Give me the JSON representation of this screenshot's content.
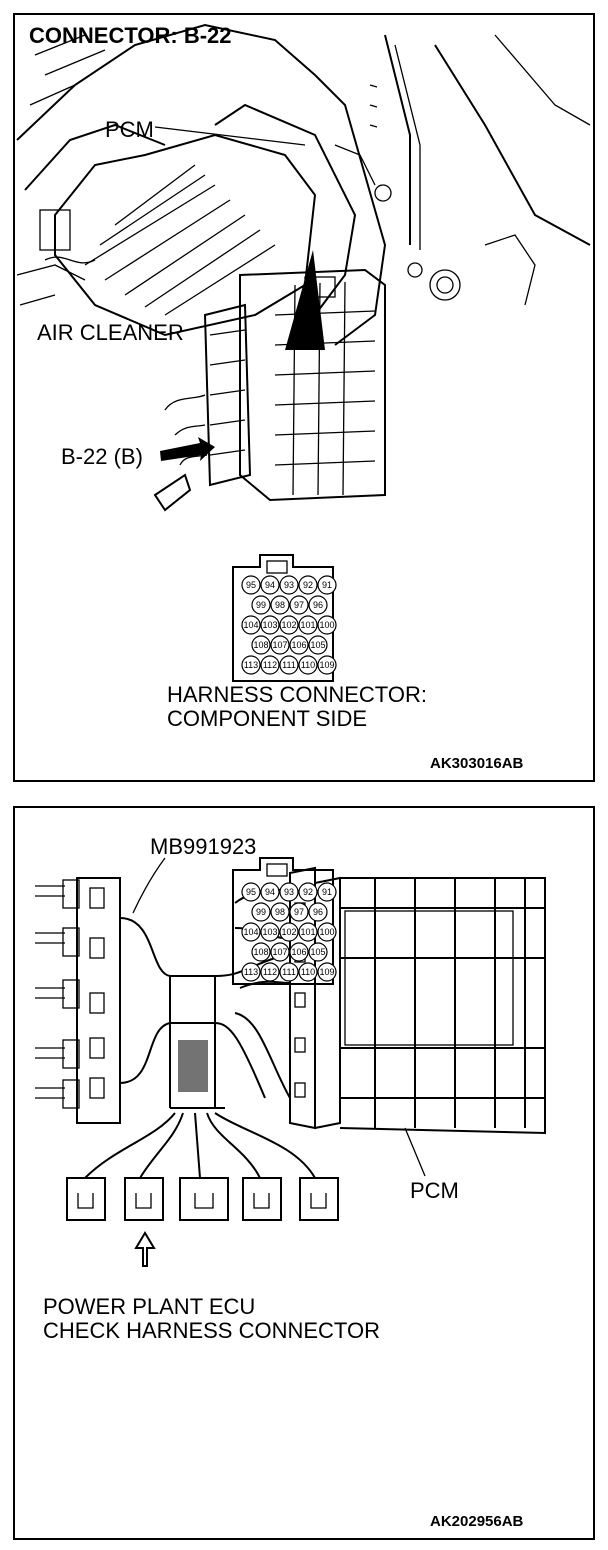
{
  "top_panel": {
    "title": "CONNECTOR: B-22",
    "pcm_label": "PCM",
    "air_cleaner_label": "AIR CLEANER",
    "connector_label": "B-22 (B)",
    "harness_label_line1": "HARNESS CONNECTOR:",
    "harness_label_line2": "COMPONENT SIDE",
    "code": "AK303016AB"
  },
  "bottom_panel": {
    "tool_label": "MB991923",
    "pcm_label": "PCM",
    "ecu_label_line1": "POWER PLANT ECU",
    "ecu_label_line2": "CHECK HARNESS CONNECTOR",
    "code": "AK202956AB"
  },
  "connector_pins": [
    [
      "95",
      "94",
      "93",
      "92",
      "91"
    ],
    [
      "99",
      "98",
      "97",
      "96"
    ],
    [
      "104",
      "103",
      "102",
      "101",
      "100"
    ],
    [
      "108",
      "107",
      "106",
      "105"
    ],
    [
      "113",
      "112",
      "111",
      "110",
      "109"
    ]
  ]
}
